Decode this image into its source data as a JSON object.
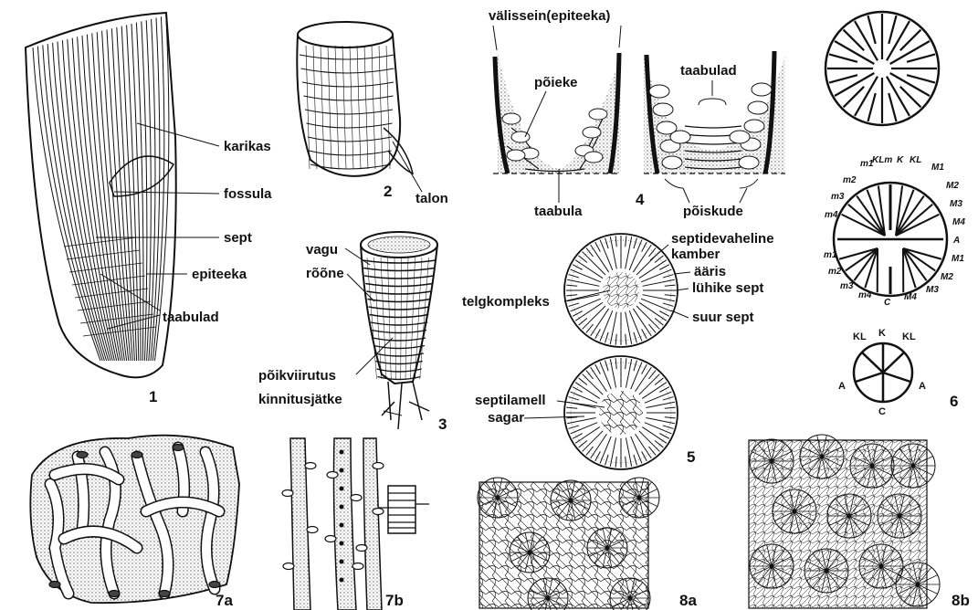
{
  "figure": {
    "fig1": {
      "labels": {
        "karikas": "karikas",
        "fossula": "fossula",
        "sept": "sept",
        "epiteeka": "epiteeka",
        "taabulad": "taabulad"
      },
      "number": "1"
    },
    "fig2": {
      "labels": {
        "talon": "talon"
      },
      "number": "2"
    },
    "fig3": {
      "labels": {
        "vagu": "vagu",
        "roone": "rõõne",
        "poikviirutus": "põikviirutus",
        "kinnitusjatke": "kinnitusjätke"
      },
      "number": "3"
    },
    "fig4": {
      "labels": {
        "valissein": "välissein(epiteeka)",
        "poieke": "põieke",
        "taabulad": "taabulad",
        "taabula": "taabula",
        "poiskude": "põiskude"
      },
      "number": "4"
    },
    "fig5": {
      "labels": {
        "septidevaheline": "septidevaheline",
        "kamber": "kamber",
        "aaris": "ääris",
        "luhike_sept": "lühike sept",
        "telgkompleks": "telgkompleks",
        "suur_sept": "suur sept",
        "septilamell": "septilamell",
        "sagar": "sagar"
      },
      "number": "5"
    },
    "fig6": {
      "middle": {
        "top": [
          "m1",
          "KLm",
          "K",
          "KL",
          "M1"
        ],
        "left": [
          "m2",
          "m3",
          "m4",
          "m1",
          "m2",
          "m3",
          "m4"
        ],
        "right": [
          "M2",
          "M3",
          "M4",
          "A",
          "M1",
          "M2",
          "M3"
        ],
        "bottom": [
          "C",
          "M4"
        ]
      },
      "small": {
        "kl_left": "KL",
        "k": "K",
        "kl_right": "KL",
        "a_left": "A",
        "a_right": "A",
        "c": "C"
      },
      "number": "6"
    },
    "fig7": {
      "a": "7a",
      "b": "7b"
    },
    "fig8": {
      "a": "8a",
      "b": "8b"
    }
  }
}
